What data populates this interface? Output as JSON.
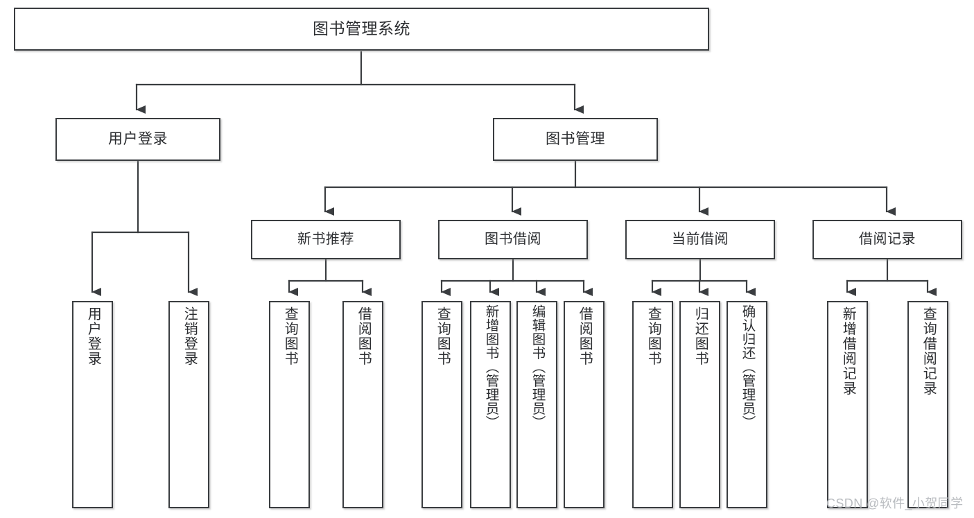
{
  "diagram": {
    "title": "图书管理系统",
    "watermark": "CSDN @软件_小贺同学",
    "colors": {
      "box_border": "#3a3d40",
      "box_fill": "#ffffff",
      "connector": "#3a3d40",
      "text": "#2b2d30",
      "watermark": "#b9bcc0",
      "background": "#ffffff"
    },
    "root": {
      "label": "图书管理系统"
    },
    "level1": [
      {
        "label": "用户登录"
      },
      {
        "label": "图书管理"
      }
    ],
    "level2": [
      {
        "label": "新书推荐"
      },
      {
        "label": "图书借阅"
      },
      {
        "label": "当前借阅"
      },
      {
        "label": "借阅记录"
      }
    ],
    "leaves": {
      "user_login": [
        {
          "label": "用户登录"
        },
        {
          "label": "注销登录"
        }
      ],
      "new_book": [
        {
          "label": "查询图书"
        },
        {
          "label": "借阅图书"
        }
      ],
      "book_borrow": [
        {
          "label": "查询图书"
        },
        {
          "label": "新增图书（管理员）"
        },
        {
          "label": "编辑图书（管理员）"
        },
        {
          "label": "借阅图书"
        }
      ],
      "current_borrow": [
        {
          "label": "查询图书"
        },
        {
          "label": "归还图书"
        },
        {
          "label": "确认归还（管理员）"
        }
      ],
      "borrow_record": [
        {
          "label": "新增借阅记录"
        },
        {
          "label": "查询借阅记录"
        }
      ]
    }
  }
}
